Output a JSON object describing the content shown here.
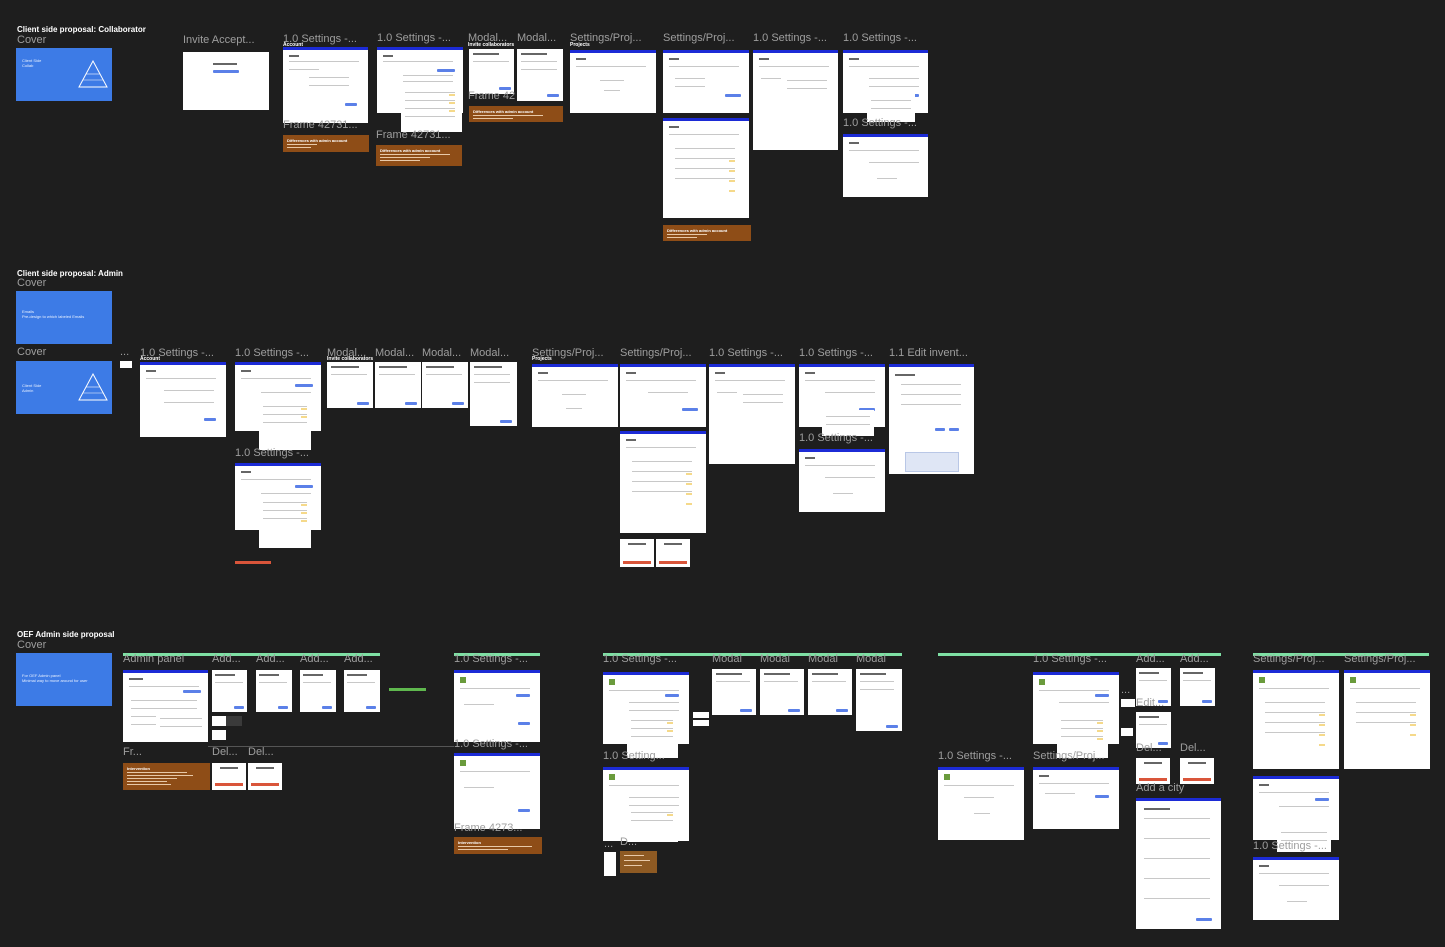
{
  "sections": {
    "collaborator": "Client side proposal: Collaborator",
    "admin": "Client side proposal: Admin",
    "oef": "OEF Admin side proposal"
  },
  "covers": {
    "collab": {
      "label": "Cover",
      "text": "Client Side\nCollab"
    },
    "admin_emails": {
      "label": "Cover",
      "text": "Emails\nPre-design to which labeled Emails"
    },
    "admin": {
      "label": "Cover",
      "text": "Client Side\nAdmin"
    },
    "oef": {
      "label": "Cover",
      "text": "For OEF Admin panel\nMinimal way to move around for user"
    }
  },
  "row1": {
    "invite": "Invite Accept...",
    "s1": "1.0 Settings -...",
    "s2": "1.0 Settings -...",
    "m1": "Modal...",
    "m2": "Modal...",
    "sp": "Settings/Proj...",
    "sp2": "Settings/Proj...",
    "s3": "1.0 Settings -...",
    "s4": "1.0 Settings -...",
    "s5": "1.0 Settings -...",
    "fr1": "Frame 42731...",
    "fr2": "Frame 42731...",
    "fr3": "Frame 42",
    "account": "Account",
    "invite_collab": "Invite collaborators",
    "projects": "Projects",
    "note": "Differences with admin account"
  },
  "row2": {
    "cover2": "Cover",
    "dots": "...",
    "s1": "1.0 Settings -...",
    "s2": "1.0 Settings -...",
    "m1": "Modal...",
    "m2": "Modal...",
    "m3": "Modal...",
    "sp": "Settings/Proj...",
    "sp2": "Settings/Proj...",
    "s3": "1.0 Settings -...",
    "s4": "1.0 Settings -...",
    "edit": "1.1 Edit invent...",
    "s5": "1.0 Settings -...",
    "s6": "1.0 Settings -...",
    "account": "Account",
    "invite_collab": "Invite collaborators",
    "projects": "Projects"
  },
  "row3": {
    "admin_panel": "Admin panel",
    "add1": "Add...",
    "add2": "Add...",
    "add3": "Add...",
    "fr": "Fr...",
    "del1": "Del...",
    "del2": "Del...",
    "s1": "1.0 Settings -...",
    "s1b": "1.0 Settings -...",
    "fr2": "Frame 4273...",
    "s2": "1.0 Settings -...",
    "s2b": "1.0 Setting...",
    "mo1": "Modal",
    "mo2": "Modal",
    "mo3": "Modal",
    "mo4": "Modal",
    "dots": "...",
    "d": "D...",
    "s3": "1.0 Settings -...",
    "s4": "1.0 Settings -...",
    "sp": "Settings/Proj...",
    "add4": "Add...",
    "add5": "Add...",
    "edit": "Edit...",
    "del3": "Del...",
    "del4": "Del...",
    "city": "Add a city",
    "sp2": "Settings/Proj...",
    "sp3": "Settings/Proj...",
    "s5": "1.0 Settings -...",
    "intervention": "Intervention"
  }
}
